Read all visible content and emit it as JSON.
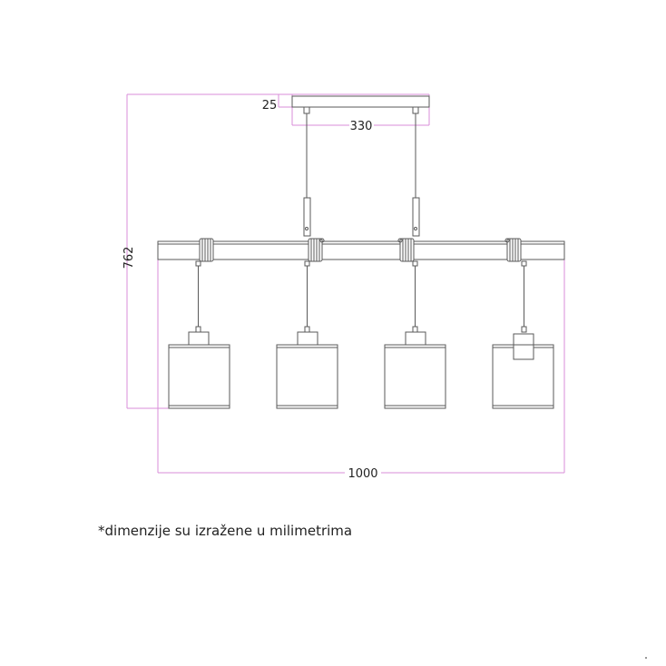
{
  "dimensions": {
    "total_height": "762",
    "canopy_thickness": "25",
    "canopy_spacing": "330",
    "total_width": "1000"
  },
  "note": "*dimenzije su izražene u milimetrima",
  "colors": {
    "drawing_line": "#5a5a5a",
    "dimension_line": "#d88ed8",
    "text": "#222222"
  }
}
